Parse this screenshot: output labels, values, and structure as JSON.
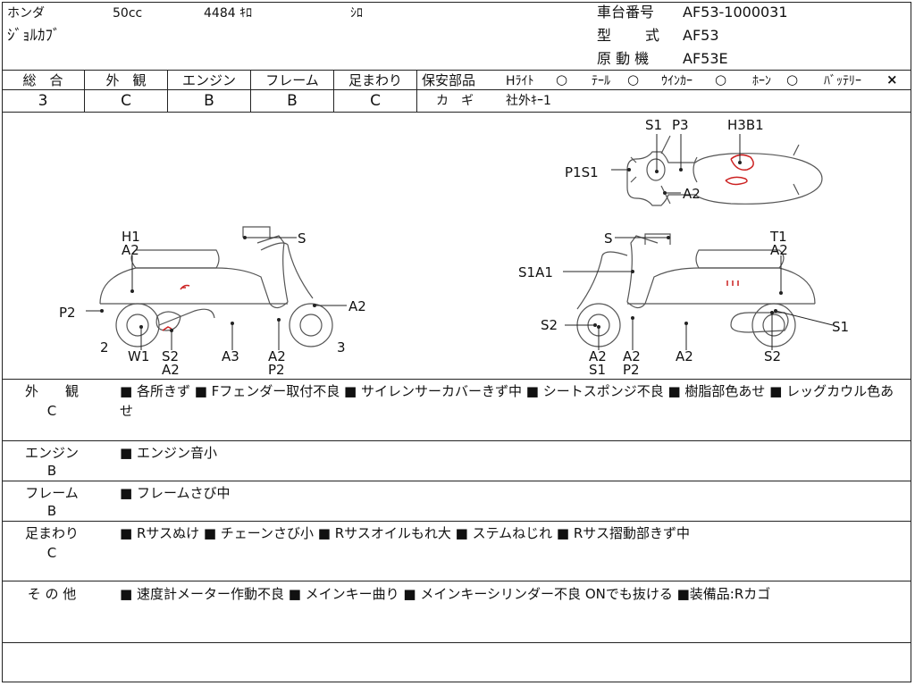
{
  "header": {
    "maker": "ホンダ",
    "displacement": "50cc",
    "mileage": "4484 ｷﾛ",
    "color": "ｼﾛ",
    "model_name": "ｼﾞｮﾙｶﾌﾞ",
    "frame_no_label": "車台番号",
    "frame_no": "AF53-1000031",
    "type_label": "型　　式",
    "type_value": "AF53",
    "engine_label": "原 動 機",
    "engine_value": "AF53E"
  },
  "grades": {
    "overall": {
      "label": "総　合",
      "value": "3"
    },
    "exterior": {
      "label": "外　観",
      "value": "C"
    },
    "engine": {
      "label": "エンジン",
      "value": "B"
    },
    "frame": {
      "label": "フレーム",
      "value": "B"
    },
    "suspension": {
      "label": "足まわり",
      "value": "C"
    }
  },
  "safety": {
    "title": "保安部品",
    "headlight": "Hﾗｲﾄ",
    "tail": "ﾃｰﾙ",
    "winker": "ｳｲﾝｶｰ",
    "horn": "ﾎｰﾝ",
    "battery": "ﾊﾞｯﾃﾘｰ",
    "ok_mark": "○",
    "ng_mark": "×",
    "key_label": "カ　ギ",
    "key_value": "社外ｷｰ1"
  },
  "diagram_labels": {
    "top_s1": "S1",
    "top_p3": "P3",
    "top_h3b1": "H3B1",
    "top_p1s1": "P1S1",
    "top_a2": "A2",
    "left_h1": "H1",
    "left_a2_top": "A2",
    "left_s": "S",
    "left_p2": "P2",
    "left_a2_right": "A2",
    "left_2": "2",
    "left_3": "3",
    "left_w1": "W1",
    "left_s2": "S2",
    "left_a2_bottom": "A2",
    "left_a3": "A3",
    "left_a2b": "A2",
    "left_p2b": "P2",
    "right_s": "S",
    "right_t1": "T1",
    "right_a2_top": "A2",
    "right_s1a1": "S1A1",
    "right_s2_left": "S2",
    "right_s1": "S1",
    "right_a2_a": "A2",
    "right_s1_b": "S1",
    "right_a2_b": "A2",
    "right_p2": "P2",
    "right_a2_c": "A2",
    "right_s2_bottom": "S2"
  },
  "conditions": [
    {
      "label": "外　　観",
      "grade": "C",
      "text": "■ 各所きず ■ Fフェンダー取付不良 ■ サイレンサーカバーきず中 ■ シートスポンジ不良 ■ 樹脂部色あせ ■ レッグカウル色あせ"
    },
    {
      "label": "エンジン",
      "grade": "B",
      "text": "■ エンジン音小"
    },
    {
      "label": "フレーム",
      "grade": "B",
      "text": "■ フレームさび中"
    },
    {
      "label": "足まわり",
      "grade": "C",
      "text": "■ Rサスぬけ ■ チェーンさび小 ■ Rサスオイルもれ大 ■ ステムねじれ ■ Rサス摺動部きず中"
    },
    {
      "label": "そ の 他",
      "grade": "",
      "text": "■ 速度計メーター作動不良 ■ メインキー曲り ■ メインキーシリンダー不良 ONでも抜ける ■装備品:Rカゴ"
    }
  ],
  "colors": {
    "line": "#222222",
    "damage_mark": "#cc2222"
  }
}
